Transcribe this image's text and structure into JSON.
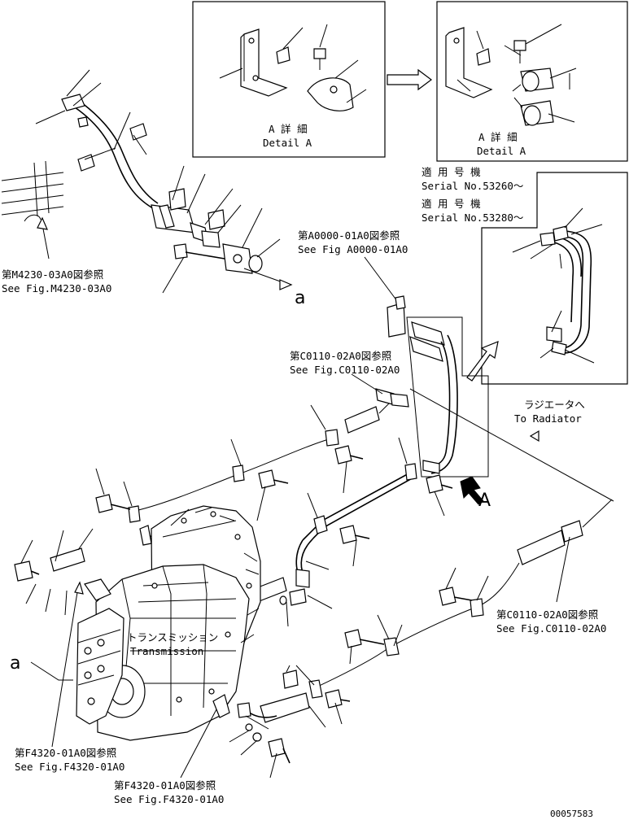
{
  "detail_a_left": {
    "label_jp": "A 詳 細",
    "label_en": "Detail A"
  },
  "detail_a_right": {
    "label_jp": "A 詳 細",
    "label_en": "Detail A"
  },
  "serial_1": {
    "jp": "適 用 号 機",
    "en": "Serial No.53260～"
  },
  "serial_2": {
    "jp": "適 用 号 機",
    "en": "Serial No.53280～"
  },
  "ref_m4230": {
    "jp": "第M4230-03A0図参照",
    "en": "See Fig.M4230-03A0"
  },
  "ref_a0000": {
    "jp": "第A0000-01A0図参照",
    "en": "See Fig A0000-01A0"
  },
  "ref_c0110_top": {
    "jp": "第C0110-02A0図参照",
    "en": "See Fig.C0110-02A0"
  },
  "ref_c0110_right": {
    "jp": "第C0110-02A0図参照",
    "en": "See Fig.C0110-02A0"
  },
  "ref_f4320_left": {
    "jp": "第F4320-01A0図参照",
    "en": "See Fig.F4320-01A0"
  },
  "ref_f4320_bottom": {
    "jp": "第F4320-01A0図参照",
    "en": "See Fig.F4320-01A0"
  },
  "radiator": {
    "jp": "ラジエータへ",
    "en": "To Radiator"
  },
  "transmission": {
    "jp": "トランスミッション",
    "en": "Transmission"
  },
  "marker_a_upper": "a",
  "marker_a_left": "a",
  "arrow_A": "A",
  "drawing_number": "00057583"
}
